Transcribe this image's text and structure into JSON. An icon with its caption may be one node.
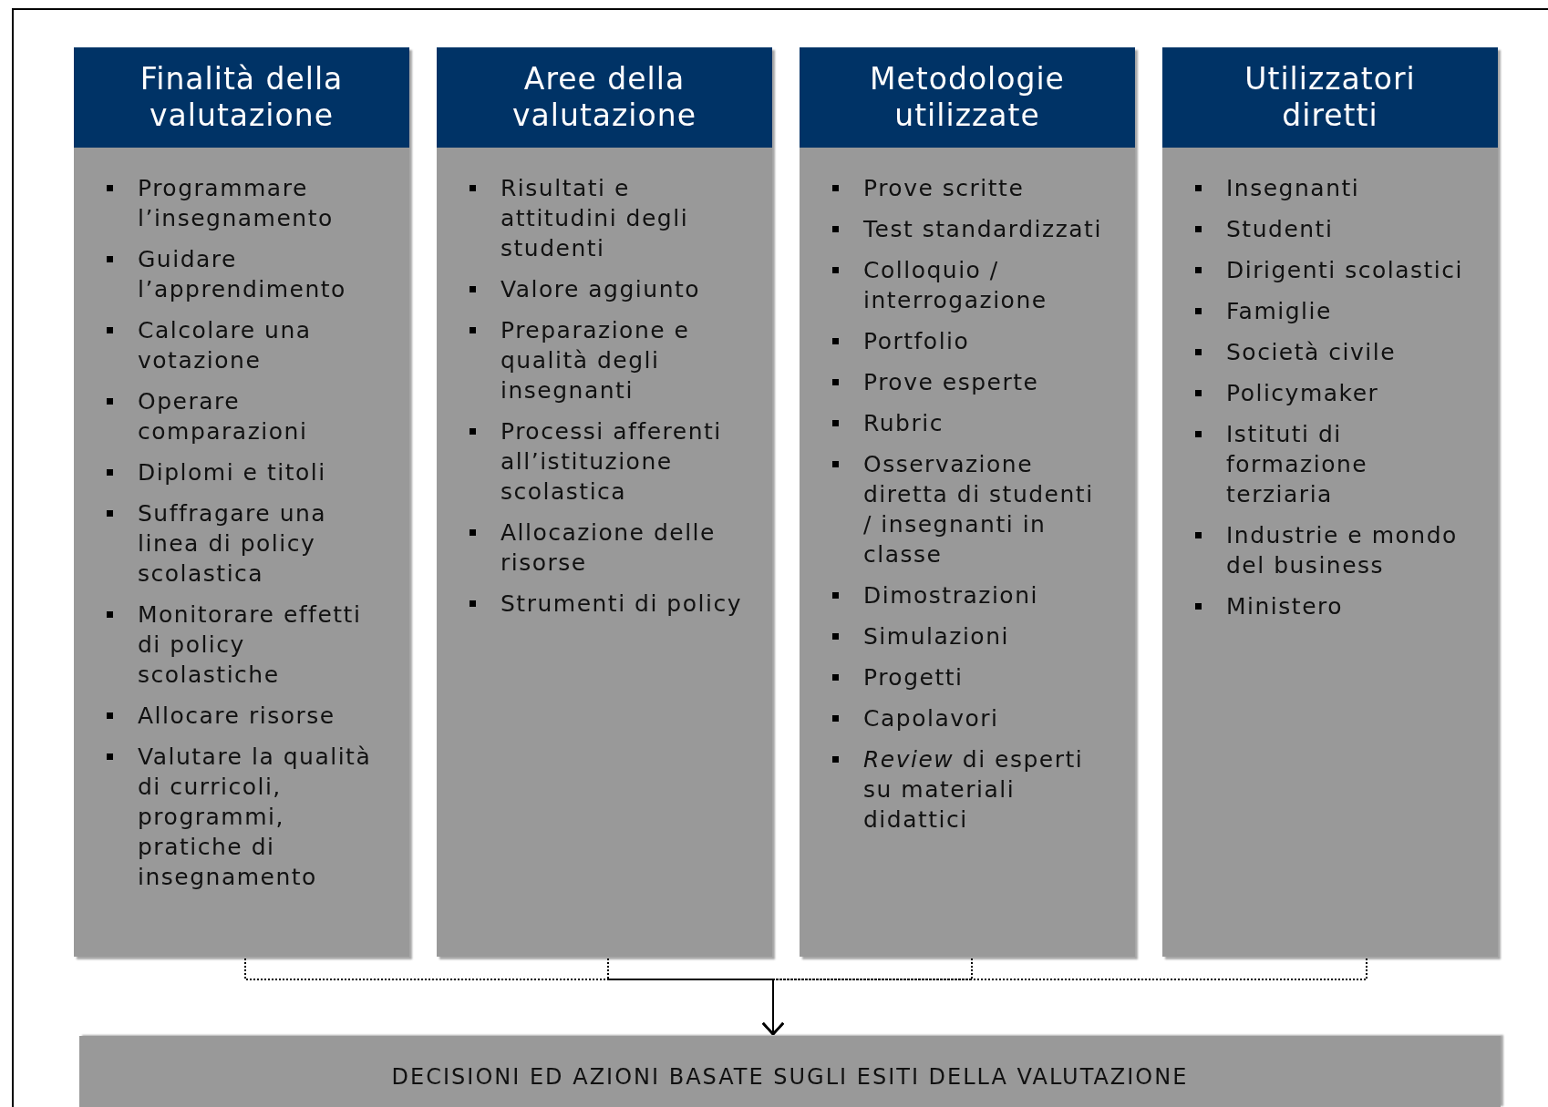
{
  "diagram": {
    "nodes": [
      {
        "text": [
          "Finalità della valutazione",
          "Programmare l’insegnamento",
          "Guidare l’apprendimento",
          "Calcolare una votazione",
          "Operare comparazioni",
          "Diplomi e titoli",
          "Suffragare una linea di policy scolastica",
          "Monitorare effetti di policy scolastiche",
          "Allocare risorse",
          "Valutare la qualità di curricoli, programmi, pratiche di insegnamento"
        ]
      },
      {
        "text": [
          "Aree della valutazione",
          "Risultati e attitudini degli studenti",
          "Valore aggiunto",
          "Preparazione e qualità degli insegnanti",
          "Processi afferenti all’istituzione scolastica",
          "Allocazione delle risorse",
          "Strumenti di policy"
        ]
      },
      {
        "text": [
          "Metodologie utilizzate",
          "Prove scritte",
          "Test standardizzati",
          "Colloquio / interrogazione",
          "Portfolio",
          "Prove esperte",
          "Rubric",
          "Osservazione diretta di studenti / insegnanti in classe",
          "Dimostrazioni",
          "Simulazioni",
          "Progetti",
          "Capolavori",
          "*Review* di esperti su materiali didattici"
        ]
      },
      {
        "text": [
          "Utilizzatori diretti",
          "Insegnanti",
          "Studenti",
          "Dirigenti scolastici",
          "Famiglie",
          "Società civile",
          "Policymaker",
          "Istituti di formazione terziaria",
          "Industrie e mondo del business",
          "Ministero"
        ]
      },
      {
        "text": [
          "DECISIONI ED AZIONI BASATE SUGLI ESITI DELLA VALUTAZIONE"
        ]
      }
    ],
    "edges": [
      {
        "from": 0,
        "to": 4,
        "arrow": "to",
        "style": "dashed"
      },
      {
        "from": 1,
        "to": 4,
        "arrow": "to",
        "style": "dashed"
      },
      {
        "from": 2,
        "to": 4,
        "arrow": "to",
        "style": "dashed"
      },
      {
        "from": 3,
        "to": 4,
        "arrow": "to",
        "style": "dashed"
      }
    ]
  }
}
